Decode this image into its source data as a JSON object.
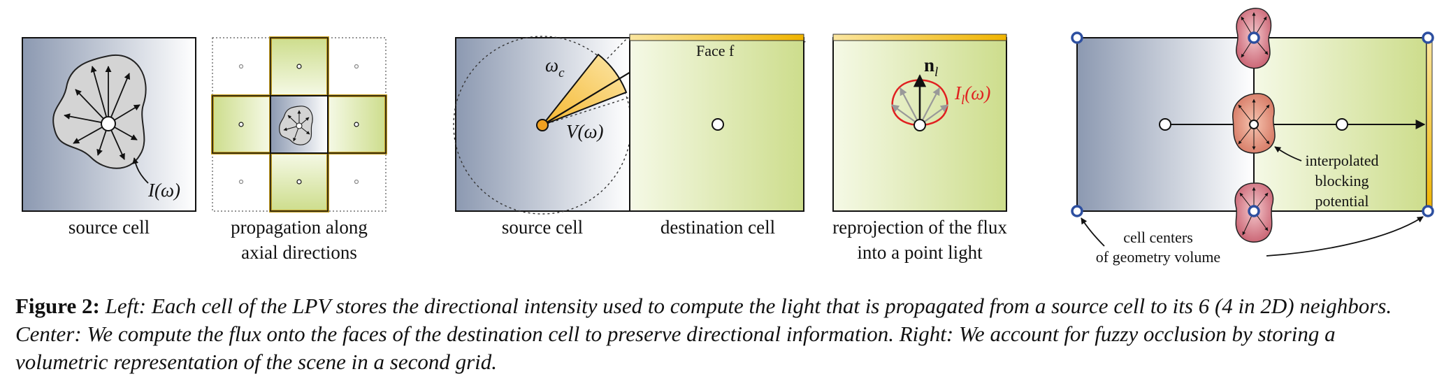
{
  "panels": {
    "left": {
      "source_label": "source cell",
      "intensity_label": "I(ω)",
      "propagation_label_1": "propagation along",
      "propagation_label_2": "axial directions"
    },
    "center": {
      "omega_label": "ω",
      "omega_sub": "c",
      "v_label": "V(ω)",
      "face_label": "Face f",
      "source_label": "source cell",
      "destination_label": "destination cell",
      "n_label": "n",
      "n_sub": "l",
      "i_label": "I",
      "i_sub": "l",
      "i_tail": "(ω)",
      "reprojection_label_1": "reprojection of the flux",
      "reprojection_label_2": "into a point light"
    },
    "right": {
      "interp_1": "interpolated",
      "interp_2": "blocking",
      "interp_3": "potential",
      "centers_1": "cell centers",
      "centers_2": "of geometry volume"
    }
  },
  "caption": {
    "figure_label": "Figure 2:",
    "text": "Left: Each cell of the LPV stores the directional intensity used to compute the light that is propagated from a source cell to its 6 (4 in 2D) neighbors. Center: We compute the flux onto the faces of the destination cell to preserve directional information. Right: We account for fuzzy occlusion by storing a volumetric representation of the scene in a second grid."
  },
  "colors": {
    "source_gradient_dark": "#8c99b1",
    "green_gradient": "#cddd8c",
    "face_yellow": "#f0b400",
    "cone_orange": "#f8c654",
    "red_curve": "#e02020",
    "blue_node": "#2d4fa0",
    "blob_red": "#c86070"
  }
}
